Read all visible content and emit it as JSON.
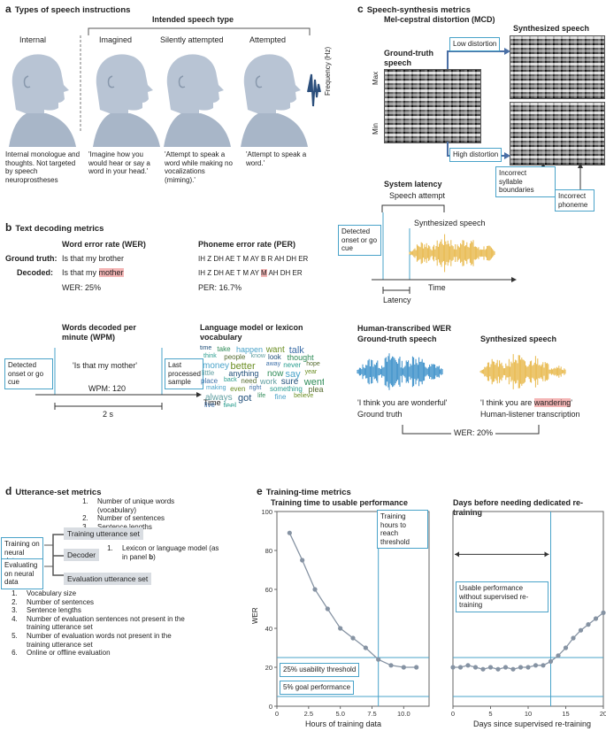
{
  "panel_a": {
    "letter": "a",
    "title": "Types of speech instructions",
    "intended_label": "Intended speech type",
    "heads": [
      {
        "label": "Internal",
        "desc": "Internal monologue and thoughts. Not targeted by speech neuroprostheses"
      },
      {
        "label": "Imagined",
        "desc": "'Imagine how you would hear or say a word in your head.'"
      },
      {
        "label": "Silently attempted",
        "desc": "'Attempt to speak a word while making no vocalizations (miming).'"
      },
      {
        "label": "Attempted",
        "desc": "'Attempt to speak a word.'"
      }
    ]
  },
  "panel_b": {
    "letter": "b",
    "title": "Text decoding metrics",
    "wer_title": "Word error rate (WER)",
    "per_title": "Phoneme error rate (PER)",
    "gt_label": "Ground truth:",
    "dec_label": "Decoded:",
    "gt_text": "Is that my brother",
    "dec_text_pre": "Is that my ",
    "dec_text_err": "mother",
    "wer_value": "WER: 25%",
    "per_gt": "IH Z DH AE T M AY B R AH DH ER",
    "per_dec_pre": "IH Z DH AE T M AY ",
    "per_dec_err": "M",
    "per_dec_post": " AH DH ER",
    "per_value": "PER: 16.7%",
    "wpm_title": "Words decoded per minute (WPM)",
    "onset_box": "Detected onset or go cue",
    "last_box": "Last processed sample",
    "quote": "'Is that my mother'",
    "wpm_value": "WPM: 120",
    "duration": "2 s",
    "time_label": "Time",
    "lm_title": "Language model or lexicon vocabulary",
    "words": [
      "time",
      "take",
      "happen",
      "want",
      "talk",
      "think",
      "people",
      "know",
      "look",
      "thought",
      "money",
      "better",
      "away",
      "never",
      "hope",
      "little",
      "anything",
      "now",
      "say",
      "year",
      "place",
      "back",
      "need",
      "work",
      "sure",
      "went",
      "making",
      "even",
      "right",
      "something",
      "please",
      "always",
      "got",
      "life",
      "fine",
      "believe",
      "live",
      "feel"
    ]
  },
  "panel_c": {
    "letter": "c",
    "title": "Speech-synthesis metrics",
    "mcd_title": "Mel-cepstral distortion (MCD)",
    "gt_speech": "Ground-truth speech",
    "synth_speech": "Synthesized speech",
    "low": "Low distortion",
    "high": "High distortion",
    "freq_axis": "Frequency (Hz)",
    "max": "Max",
    "min": "Min",
    "syll": "Incorrect syllable boundaries",
    "phon": "Incorrect phoneme",
    "lat_title": "System latency",
    "speech_attempt": "Speech attempt",
    "synth_label": "Synthesized speech",
    "onset_box": "Detected onset or go cue",
    "time_label": "Time",
    "latency": "Latency",
    "hwer_title": "Human-transcribed WER",
    "hwer_gt_title": "Ground-truth speech",
    "hwer_syn_title": "Synthesized speech",
    "gt_quote": "'I think you are wonderful'",
    "gt_caption": "Ground truth",
    "syn_quote_pre": "'I think you are ",
    "syn_quote_err": "wandering",
    "syn_quote_post": "'",
    "syn_caption": "Human-listener transcription",
    "wer": "WER: 20%"
  },
  "panel_d": {
    "letter": "d",
    "title": "Utterance-set metrics",
    "top_list": [
      "Number of unique words (vocabulary)",
      "Number of sentences",
      "Sentence lengths"
    ],
    "training_box": "Training on neural data",
    "training_set": "Training utterance set",
    "decoder": "Decoder",
    "lexicon_pre": "Lexicon or language model (as in panel ",
    "lexicon_b": "b",
    "lexicon_post": ")",
    "evaluating_box": "Evaluating on neural data",
    "eval_set": "Evaluation utterance set",
    "bottom_list": [
      "Vocabulary size",
      "Number of sentences",
      "Sentence lengths",
      "Number of evaluation sentences not present in the training utterance set",
      "Number of evaluation words not present in the training utterance set",
      "Online or offline evaluation"
    ]
  },
  "panel_e": {
    "letter": "e",
    "title": "Training-time metrics",
    "threshold_box": "Training hours to reach threshold",
    "usability_box": "25% usability threshold",
    "goal_box": "5% goal performance",
    "usable_box": "Usable performance without supervised re-training"
  },
  "chart_data": [
    {
      "type": "line",
      "title": "Training time to usable performance",
      "xlabel": "Hours of training data",
      "ylabel": "WER",
      "xlim": [
        0,
        12
      ],
      "ylim": [
        0,
        100
      ],
      "xticks": [
        "0",
        "2.5",
        "5.0",
        "7.5",
        "10.0"
      ],
      "xtick_values": [
        0,
        2.5,
        5,
        7.5,
        10
      ],
      "yticks": [
        0,
        20,
        40,
        60,
        80,
        100
      ],
      "x": [
        1,
        2,
        3,
        4,
        5,
        6,
        7,
        8,
        9,
        10,
        11
      ],
      "y": [
        89,
        75,
        60,
        50,
        40,
        35,
        30,
        24,
        21,
        20,
        20
      ],
      "hlines": [
        25,
        5
      ],
      "vline": 8,
      "color": "#8693a3",
      "line_color": "#4aa3c9"
    },
    {
      "type": "line",
      "title": "Days before needing dedicated re-training",
      "xlabel": "Days since supervised re-training",
      "xlim": [
        0,
        20
      ],
      "ylim": [
        0,
        100
      ],
      "xticks": [
        "0",
        "5",
        "10",
        "15",
        "20"
      ],
      "xtick_values": [
        0,
        5,
        10,
        15,
        20
      ],
      "x": [
        0,
        1,
        2,
        3,
        4,
        5,
        6,
        7,
        8,
        9,
        10,
        11,
        12,
        13,
        14,
        15,
        16,
        17,
        18,
        19,
        20
      ],
      "y": [
        20,
        20,
        21,
        20,
        19,
        20,
        19,
        20,
        19,
        20,
        20,
        21,
        21,
        23,
        26,
        30,
        35,
        39,
        42,
        45,
        48
      ],
      "hlines": [
        25,
        5
      ],
      "vline": 13,
      "color": "#8693a3",
      "line_color": "#4aa3c9"
    }
  ]
}
